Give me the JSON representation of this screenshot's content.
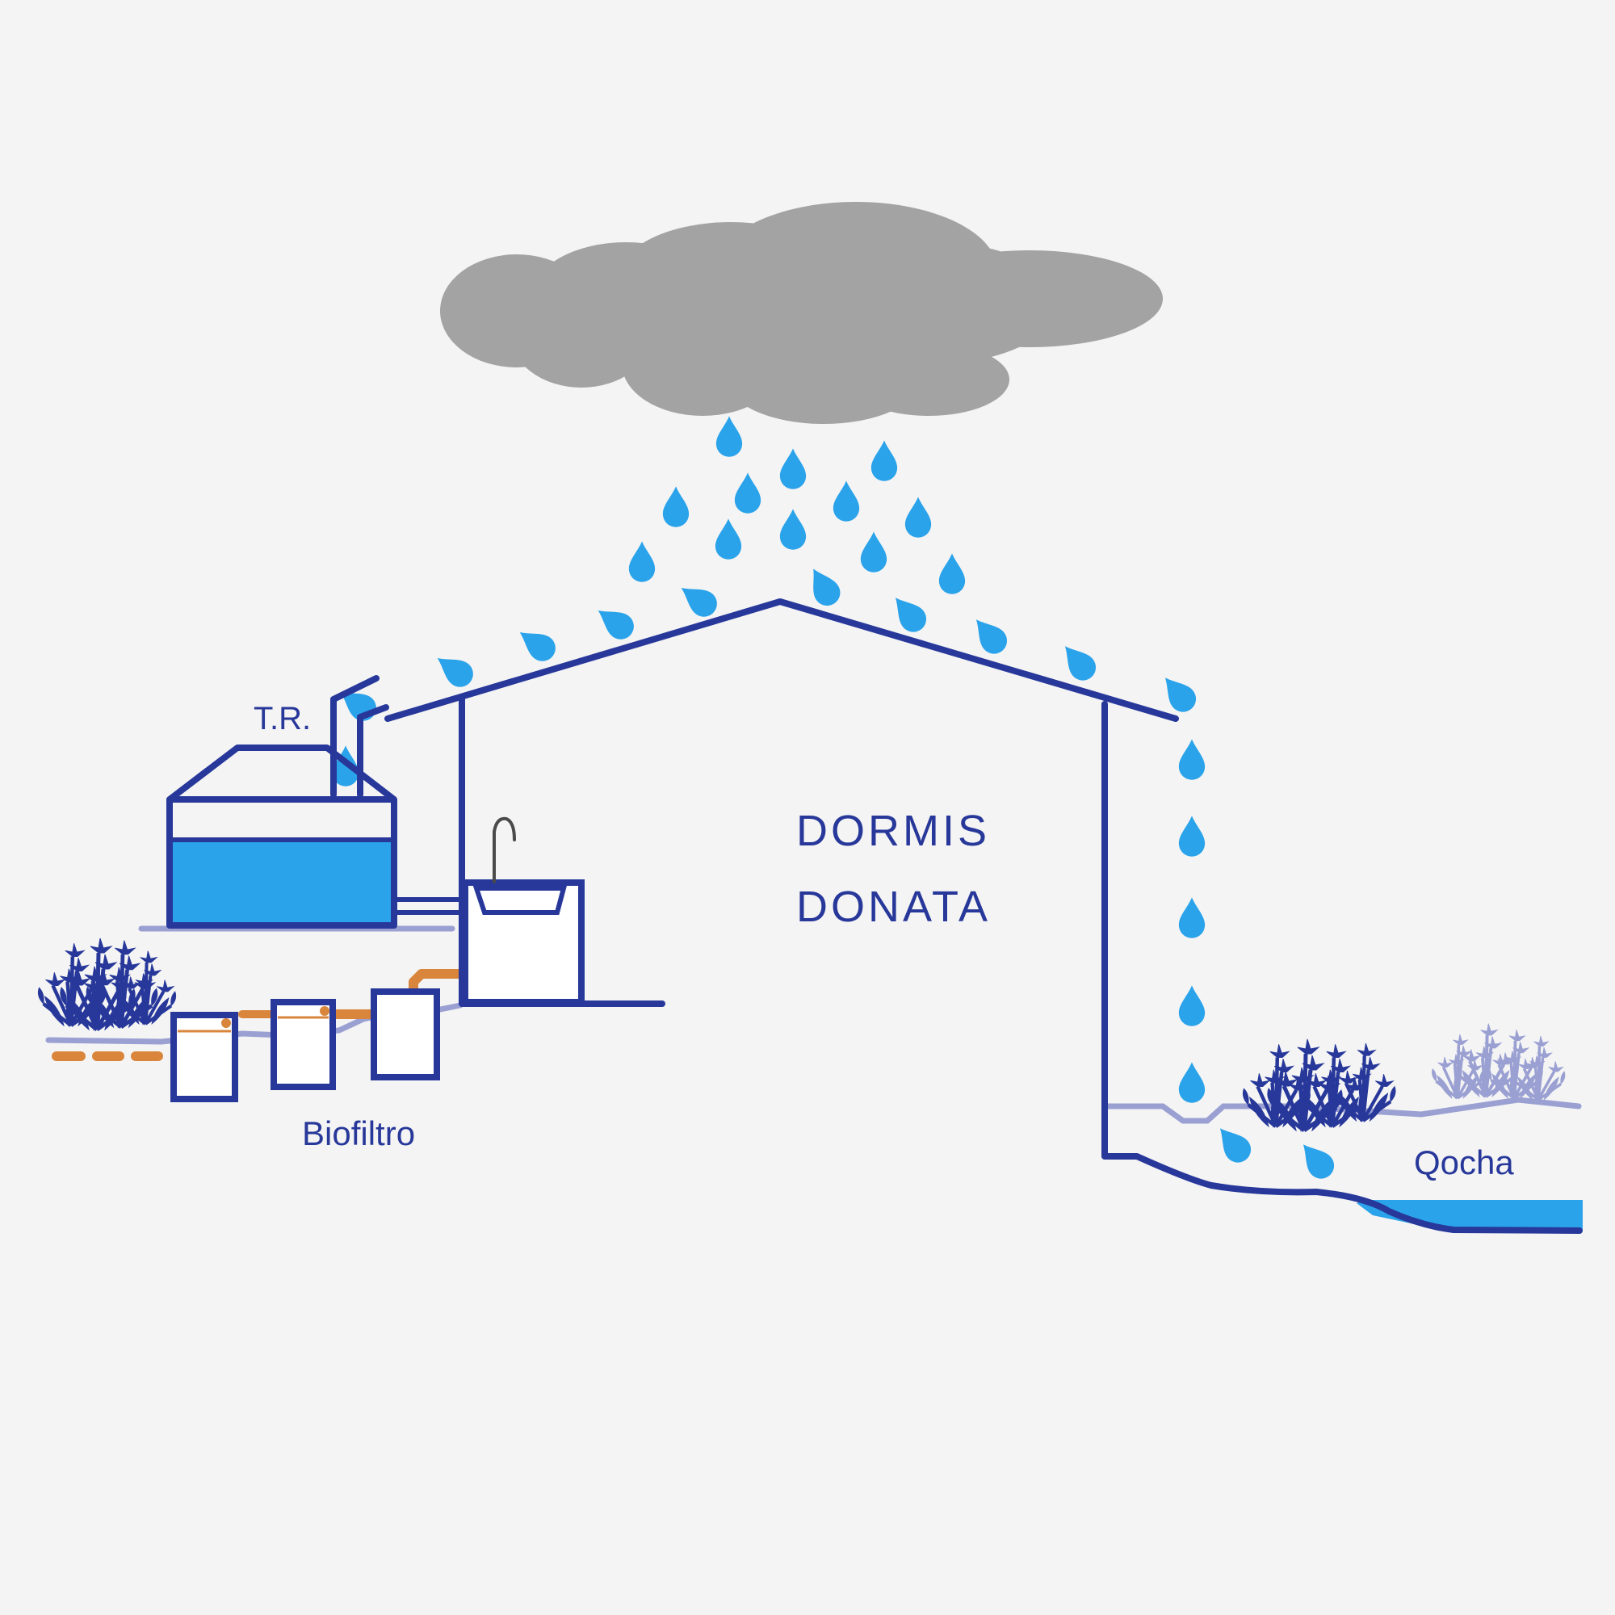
{
  "colors": {
    "line": "#27389a",
    "water": "#2aa3ea",
    "cloud": "#a3a3a3",
    "ground": "#9aa0d2",
    "pipe": "#d9863c",
    "plant_dark": "#27389a",
    "plant_light": "#9aa0d2",
    "background": "#f4f4f4"
  },
  "labels": {
    "title_line1": "DORMIS",
    "title_line2": "DONATA",
    "tank": "T.R.",
    "biofilter": "Biofiltro",
    "pond": "Qocha"
  },
  "icons": [
    "cloud-icon",
    "raindrop-icon",
    "faucet-icon",
    "plant-icon"
  ]
}
